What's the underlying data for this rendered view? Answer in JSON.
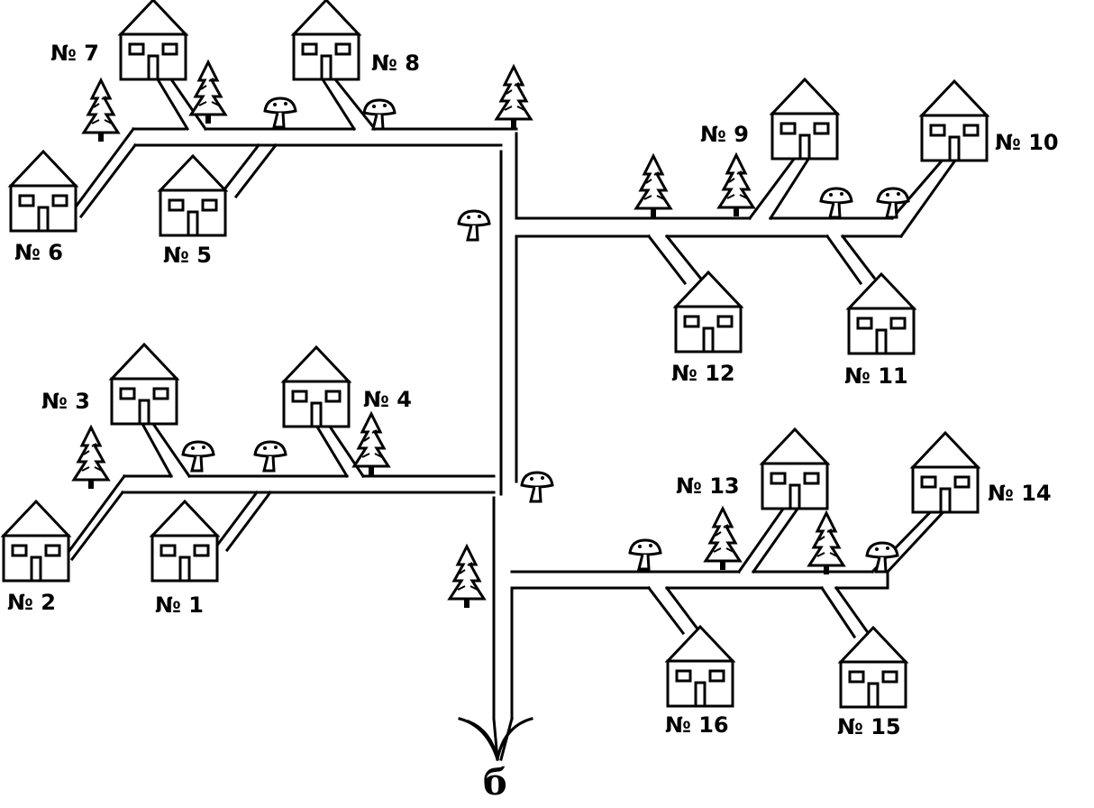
{
  "houses": [
    {
      "label": "№ 1"
    },
    {
      "label": "№ 2"
    },
    {
      "label": "№ 3"
    },
    {
      "label": "№ 4"
    },
    {
      "label": "№ 5"
    },
    {
      "label": "№ 6"
    },
    {
      "label": "№ 7"
    },
    {
      "label": "№ 8"
    },
    {
      "label": "№ 9"
    },
    {
      "label": "№ 10"
    },
    {
      "label": "№ 11"
    },
    {
      "label": "№ 12"
    },
    {
      "label": "№ 13"
    },
    {
      "label": "№ 14"
    },
    {
      "label": "№ 15"
    },
    {
      "label": "№ 16"
    }
  ],
  "road_end_label": "б",
  "icons": {
    "house": "house-icon",
    "tree": "fir-tree-icon",
    "mushroom": "mushroom-icon"
  }
}
